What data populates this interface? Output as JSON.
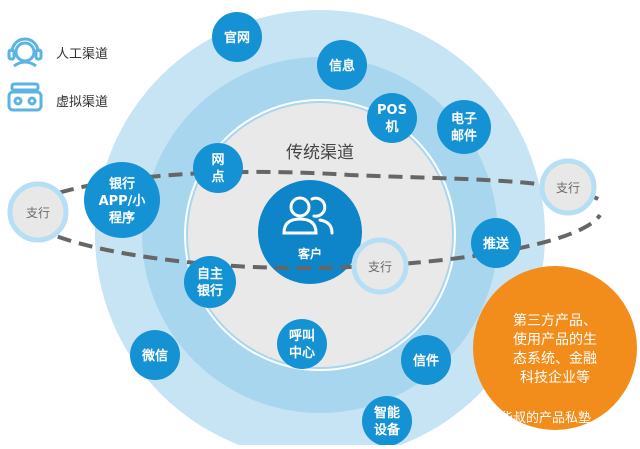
{
  "legend": {
    "human_label": "人工渠道",
    "virtual_label": "虚拟渠道"
  },
  "diagram": {
    "ring_title": "传统渠道",
    "center_label": "客户",
    "bank_label": "支行",
    "nodes": {
      "guanwang": [
        "官网"
      ],
      "xinxi": [
        "信息"
      ],
      "pos": [
        "POS",
        "机"
      ],
      "email": [
        "电子",
        "邮件"
      ],
      "wangdian": [
        "网",
        "点"
      ],
      "bankapp": [
        "银行",
        "APP/小",
        "程序"
      ],
      "tuisong": [
        "推送"
      ],
      "zizhu": [
        "自主",
        "银行"
      ],
      "hujiao": [
        "呼叫",
        "中心"
      ],
      "weixin": [
        "微信"
      ],
      "xinjian": [
        "信件"
      ],
      "zhineng": [
        "智能",
        "设备"
      ]
    },
    "third_party": [
      "第三方产品、",
      "使用产品的生",
      "态系统、金融",
      "科技企业等"
    ]
  },
  "watermark": "华叔的产品私塾",
  "colors": {
    "outer_ring": "#c7e4f4",
    "middle_ring": "#a9d6ef",
    "inner_ring": "#e9e9ea",
    "node_blue": "#1592d3",
    "center": "#0f85c9",
    "bank_fill": "#e8e8e8",
    "bank_border": "#b6def4",
    "orange": "#f28c1b",
    "dash": "#666666",
    "legend_icon": "#5cb4e3"
  }
}
